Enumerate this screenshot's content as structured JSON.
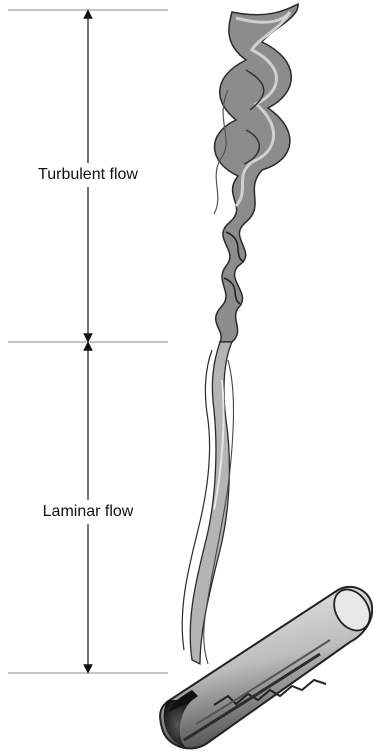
{
  "figure": {
    "regions": [
      {
        "id": "turbulent",
        "label": "Turbulent flow"
      },
      {
        "id": "laminar",
        "label": "Laminar flow"
      }
    ],
    "subject_icon": "smoking-cigarette-icon",
    "colors": {
      "ink": "#111111",
      "rule": "#888888",
      "smoke_dark": "#2a2a2a",
      "smoke_mid": "#7a7a7a",
      "smoke_light": "#c8c8c8",
      "cigarette_body": "#d9d9d9",
      "cigarette_shadow": "#3a3a3a"
    }
  }
}
